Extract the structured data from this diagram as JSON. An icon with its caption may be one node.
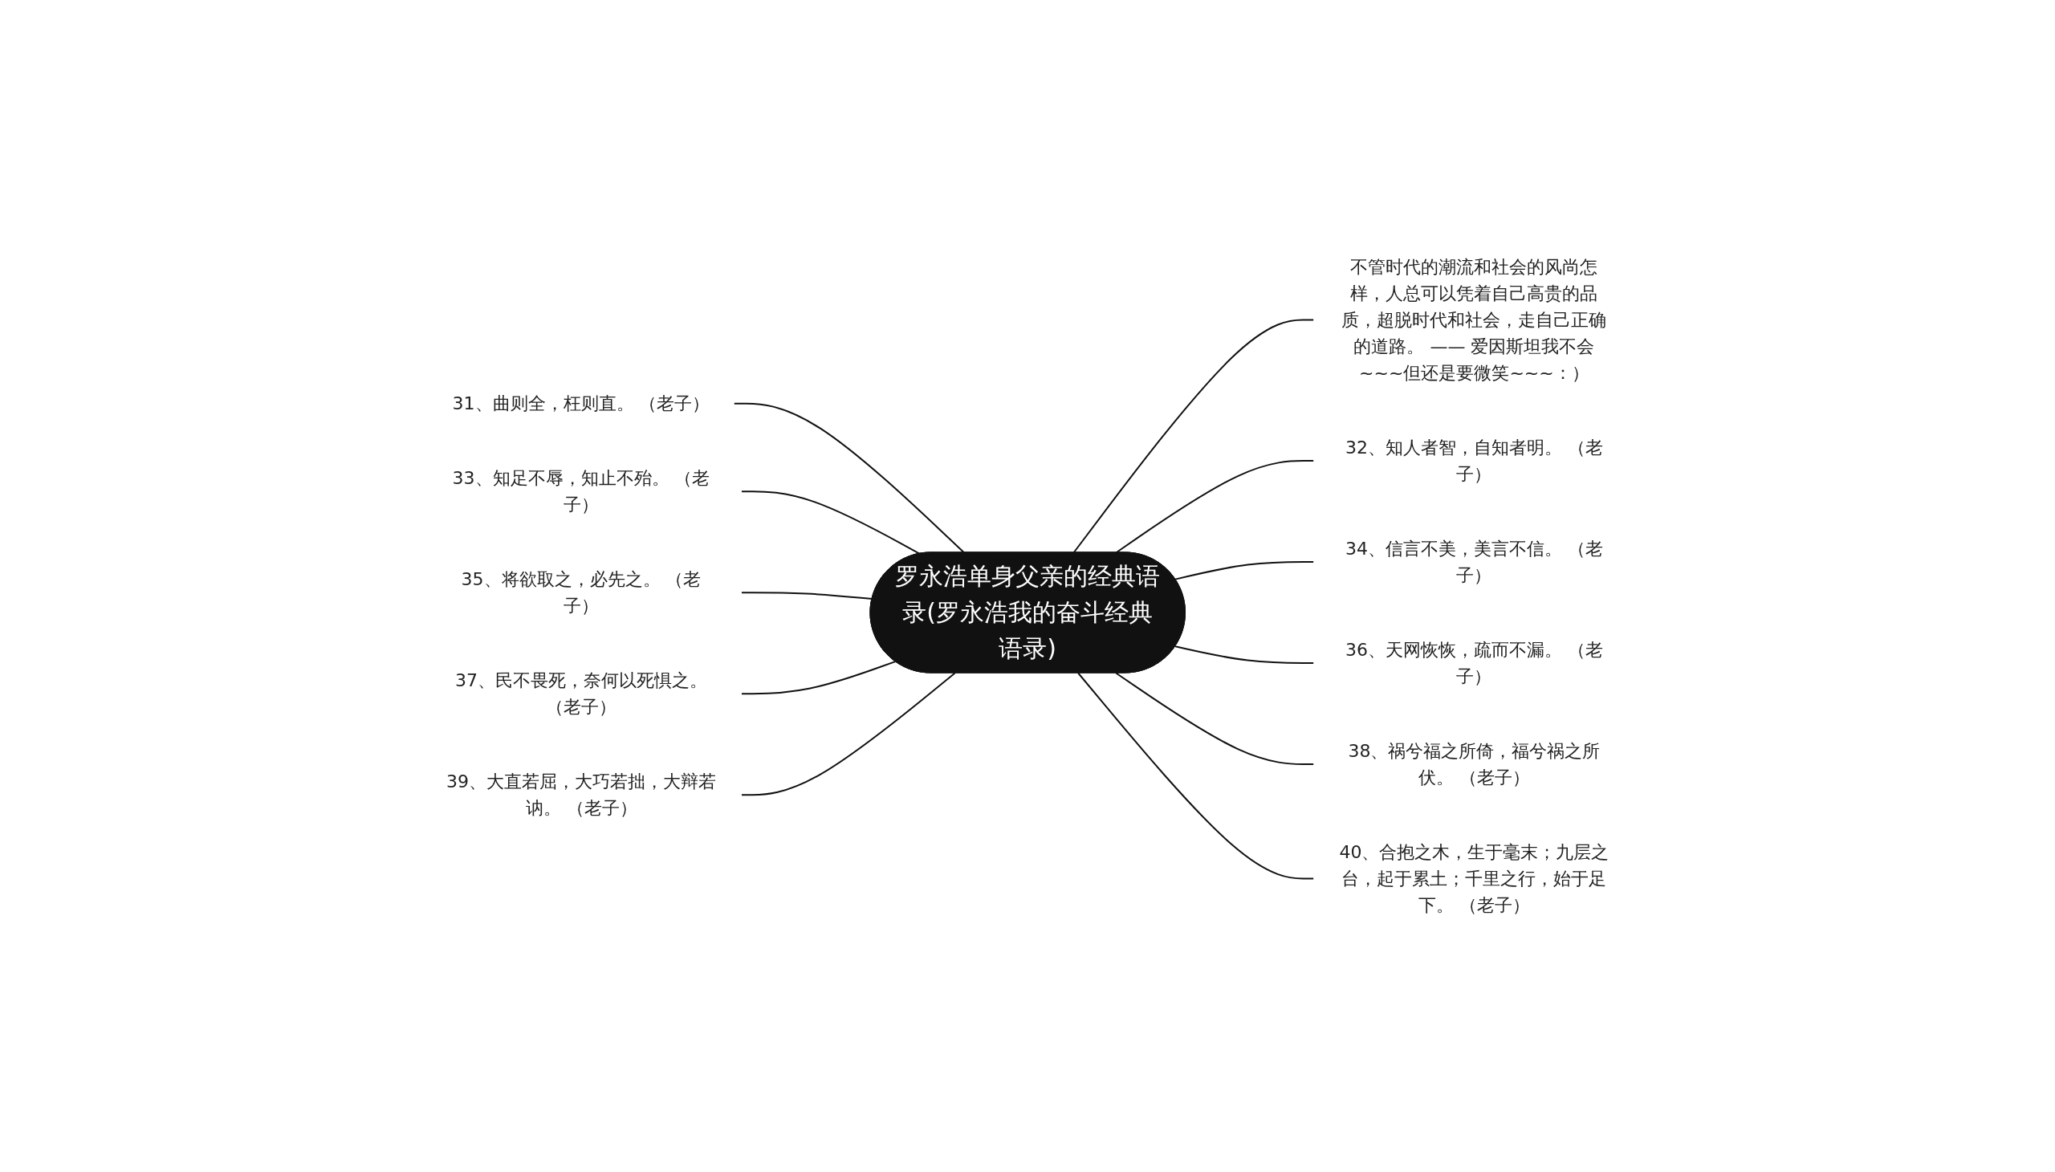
{
  "diagram": {
    "nodes": [
      {
        "text": [
          "罗永浩单身父亲的经典语录(罗永浩我的奋斗经典语录)"
        ]
      },
      {
        "text": [
          "不管时代的潮流和社会的风尚怎样，人总可以凭着自己高贵的品质，超脱时代和社会，走自己正确的道路。 —— 爱因斯坦我不会~~~但还是要微笑~~~：）"
        ]
      },
      {
        "text": [
          "31、曲则全，枉则直。 （老子）"
        ]
      },
      {
        "text": [
          "32、知人者智，自知者明。 （老子）"
        ]
      },
      {
        "text": [
          "33、知足不辱，知止不殆。 （老子）"
        ]
      },
      {
        "text": [
          "34、信言不美，美言不信。 （老子）"
        ]
      },
      {
        "text": [
          "35、将欲取之，必先之。 （老子）"
        ]
      },
      {
        "text": [
          "36、天网恢恢，疏而不漏。 （老子）"
        ]
      },
      {
        "text": [
          "37、民不畏死，奈何以死惧之。（老子）"
        ]
      },
      {
        "text": [
          "38、祸兮福之所倚，福兮祸之所伏。 （老子）"
        ]
      },
      {
        "text": [
          "39、大直若屈，大巧若拙，大辩若讷。 （老子）"
        ]
      },
      {
        "text": [
          "40、合抱之木，生于毫末；九层之台，起于累土；千里之行，始于足下。 （老子）"
        ]
      }
    ],
    "edges": [
      {
        "from": 0,
        "to": 1,
        "arrow": "none"
      },
      {
        "from": 2,
        "to": 0,
        "arrow": "none"
      },
      {
        "from": 0,
        "to": 3,
        "arrow": "none"
      },
      {
        "from": 4,
        "to": 0,
        "arrow": "none"
      },
      {
        "from": 0,
        "to": 5,
        "arrow": "none"
      },
      {
        "from": 6,
        "to": 0,
        "arrow": "none"
      },
      {
        "from": 0,
        "to": 7,
        "arrow": "none"
      },
      {
        "from": 8,
        "to": 0,
        "arrow": "none"
      },
      {
        "from": 0,
        "to": 9,
        "arrow": "none"
      },
      {
        "from": 10,
        "to": 0,
        "arrow": "none"
      },
      {
        "from": 0,
        "to": 11,
        "arrow": "none"
      }
    ]
  }
}
